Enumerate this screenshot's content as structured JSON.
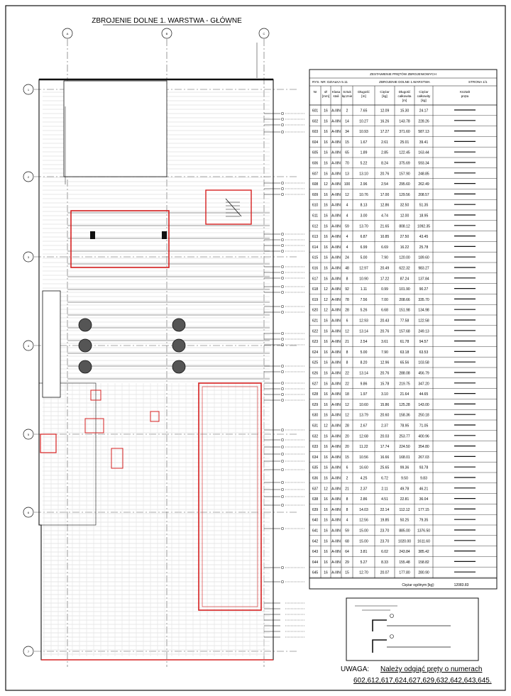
{
  "drawing": {
    "title": "ZBROJENIE DOLNE 1. WARSTWA - GŁÓWNE",
    "colors": {
      "ink": "#111111",
      "red": "#d62020",
      "grid": "#bbbbbb",
      "dash": "#555555"
    },
    "axis_labels": {
      "top": [
        "A",
        "B",
        "C"
      ],
      "left": [
        "1",
        "2",
        "3",
        "4",
        "5",
        "6",
        "7"
      ]
    }
  },
  "schedule": {
    "title": "ZESTAWIENIE PRĘTÓW ZBROJENIOWYCH",
    "info": [
      "RYS. NR: DZIAŁKA 5.11",
      "ZBROJENIE DOLNE 1.WARSTWA",
      "STRONA 1/1"
    ],
    "columns": [
      "Nr",
      "Ø [mm]",
      "Klasa stali",
      "Sztuk łącznie",
      "Długość [m]",
      "Ciężar [kg]",
      "Długość całkowita [m]",
      "Ciężar całkowity [kg]",
      "Kształt pręta"
    ],
    "rows": [
      [
        "601",
        "16",
        "A-IIIN",
        "2",
        "7.65",
        "12.09",
        "15.30",
        "24.17"
      ],
      [
        "602",
        "16",
        "A-IIIN",
        "14",
        "10.27",
        "16.26",
        "143.78",
        "228.26"
      ],
      [
        "603",
        "16",
        "A-IIIN",
        "34",
        "10.93",
        "17.27",
        "371.60",
        "587.13"
      ],
      [
        "604",
        "16",
        "A-IIIN",
        "15",
        "1.67",
        "2.61",
        "25.01",
        "39.41"
      ],
      [
        "605",
        "16",
        "A-IIIN",
        "65",
        "1.89",
        "2.85",
        "122.45",
        "163.44"
      ],
      [
        "606",
        "16",
        "A-IIIN",
        "70",
        "5.22",
        "8.24",
        "375.69",
        "593.34"
      ],
      [
        "607",
        "16",
        "A-IIIN",
        "13",
        "13.10",
        "20.76",
        "157.90",
        "248.85"
      ],
      [
        "608",
        "12",
        "A-IIIN",
        "100",
        "2.96",
        "2.54",
        "295.60",
        "262.49"
      ],
      [
        "609",
        "16",
        "A-IIIN",
        "12",
        "10.76",
        "17.00",
        "129.56",
        "208.57"
      ],
      [
        "610",
        "16",
        "A-IIIN",
        "4",
        "8.13",
        "12.86",
        "32.50",
        "51.35"
      ],
      [
        "611",
        "16",
        "A-IIIN",
        "4",
        "3.00",
        "4.74",
        "12.00",
        "18.95"
      ],
      [
        "612",
        "16",
        "A-IIIN",
        "59",
        "13.70",
        "21.65",
        "808.12",
        "1092.35"
      ],
      [
        "613",
        "16",
        "A-IIIN",
        "4",
        "6.87",
        "10.85",
        "27.50",
        "43.45"
      ],
      [
        "614",
        "16",
        "A-IIIN",
        "4",
        "6.99",
        "6.69",
        "16.22",
        "25.78"
      ],
      [
        "615",
        "16",
        "A-IIIN",
        "24",
        "5.00",
        "7.90",
        "120.00",
        "189.60"
      ],
      [
        "616",
        "16",
        "A-IIIN",
        "48",
        "12.97",
        "20.49",
        "622.32",
        "983.27"
      ],
      [
        "617",
        "16",
        "A-IIIN",
        "8",
        "10.90",
        "17.22",
        "87.24",
        "137.84"
      ],
      [
        "618",
        "12",
        "A-IIIN",
        "92",
        "1.11",
        "0.99",
        "101.90",
        "90.27"
      ],
      [
        "619",
        "12",
        "A-IIIN",
        "78",
        "7.56",
        "7.00",
        "208.66",
        "335.70"
      ],
      [
        "620",
        "12",
        "A-IIIN",
        "28",
        "5.26",
        "6.68",
        "151.98",
        "134.98"
      ],
      [
        "621",
        "16",
        "A-IIIN",
        "6",
        "12.93",
        "20.43",
        "77.58",
        "122.58"
      ],
      [
        "622",
        "16",
        "A-IIIN",
        "12",
        "13.14",
        "20.76",
        "157.68",
        "249.13"
      ],
      [
        "623",
        "16",
        "A-IIIN",
        "21",
        "2.54",
        "3.61",
        "61.78",
        "94.57"
      ],
      [
        "624",
        "16",
        "A-IIIN",
        "8",
        "5.00",
        "7.90",
        "63.18",
        "63.53"
      ],
      [
        "625",
        "16",
        "A-IIIN",
        "8",
        "8.20",
        "12.96",
        "65.56",
        "103.58"
      ],
      [
        "626",
        "16",
        "A-IIIN",
        "22",
        "13.14",
        "20.76",
        "288.08",
        "456.79"
      ],
      [
        "627",
        "16",
        "A-IIIN",
        "22",
        "9.86",
        "15.78",
        "219.75",
        "347.20"
      ],
      [
        "628",
        "16",
        "A-IIIN",
        "18",
        "1.97",
        "3.10",
        "21.64",
        "44.65"
      ],
      [
        "629",
        "16",
        "A-IIIN",
        "12",
        "10.60",
        "15.86",
        "125.28",
        "143.00"
      ],
      [
        "630",
        "16",
        "A-IIIN",
        "12",
        "13.79",
        "20.60",
        "158.36",
        "250.18"
      ],
      [
        "631",
        "12",
        "A-IIIN",
        "28",
        "2.67",
        "2.37",
        "78.95",
        "71.05"
      ],
      [
        "632",
        "16",
        "A-IIIN",
        "20",
        "12.68",
        "20.03",
        "253.77",
        "400.96"
      ],
      [
        "633",
        "16",
        "A-IIIN",
        "20",
        "11.22",
        "17.74",
        "224.50",
        "354.80"
      ],
      [
        "634",
        "16",
        "A-IIIN",
        "15",
        "10.56",
        "16.66",
        "168.01",
        "267.03"
      ],
      [
        "635",
        "16",
        "A-IIIN",
        "6",
        "16.60",
        "25.65",
        "99.36",
        "93.78"
      ],
      [
        "636",
        "16",
        "A-IIIN",
        "2",
        "4.25",
        "6.72",
        "9.50",
        "9.83"
      ],
      [
        "637",
        "12",
        "A-IIIN",
        "21",
        "2.37",
        "2.11",
        "49.78",
        "46.21"
      ],
      [
        "638",
        "16",
        "A-IIIN",
        "8",
        "2.86",
        "4.51",
        "22.81",
        "36.04"
      ],
      [
        "639",
        "16",
        "A-IIIN",
        "8",
        "14.03",
        "22.14",
        "112.12",
        "177.15"
      ],
      [
        "640",
        "16",
        "A-IIIN",
        "4",
        "12.56",
        "19.85",
        "50.25",
        "79.35"
      ],
      [
        "641",
        "16",
        "A-IIIN",
        "59",
        "15.00",
        "23.70",
        "885.00",
        "1376.50"
      ],
      [
        "642",
        "16",
        "A-IIIN",
        "68",
        "15.00",
        "23.70",
        "1020.00",
        "1611.60"
      ],
      [
        "643",
        "16",
        "A-IIIN",
        "64",
        "3.81",
        "6.02",
        "243.84",
        "385.42"
      ],
      [
        "644",
        "16",
        "A-IIIN",
        "29",
        "5.27",
        "8.33",
        "155.48",
        "158.82"
      ],
      [
        "645",
        "16",
        "A-IIIN",
        "15",
        "12.70",
        "20.07",
        "177.80",
        "280.90"
      ]
    ],
    "total_label": "Ciężar ogólnym [kg]:",
    "total_value": "12083.83"
  },
  "note": {
    "label": "UWAGA:",
    "line1": "Należy odgiąć pręty o numerach",
    "line2": "602,612,617,624,627,629,632,642,643,645."
  }
}
